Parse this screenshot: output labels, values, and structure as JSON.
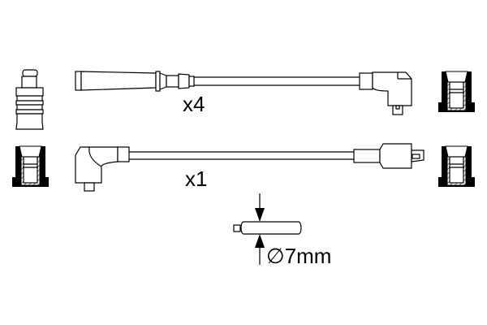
{
  "labels": {
    "qty_top": "x4",
    "qty_bottom": "x1",
    "diameter": "∅7mm"
  },
  "colors": {
    "line": "#000000",
    "background": "#ffffff"
  }
}
